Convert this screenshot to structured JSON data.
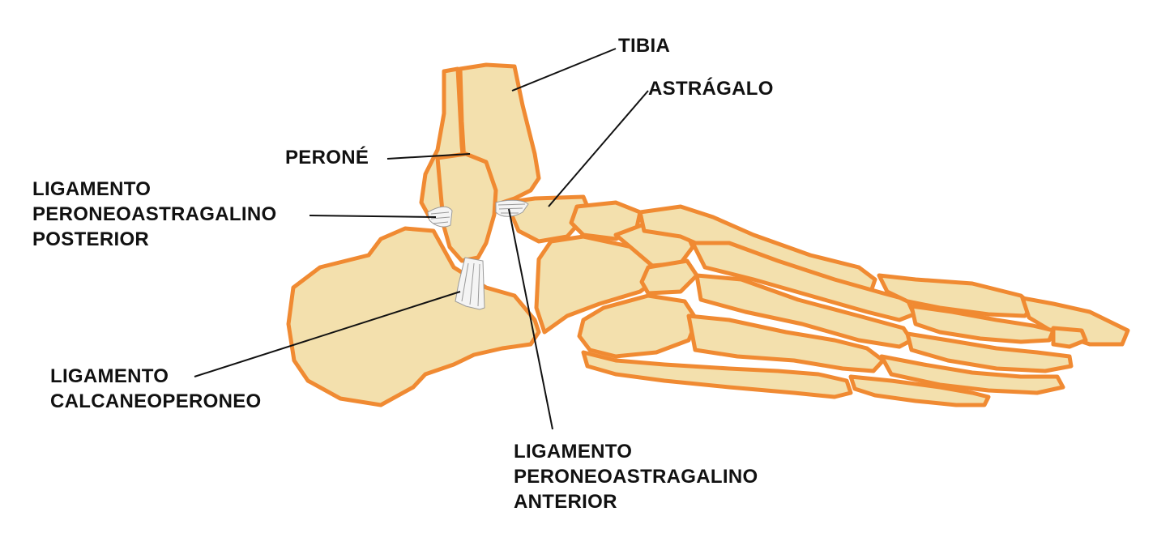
{
  "labels": {
    "tibia": [
      "TIBIA"
    ],
    "astragalo": [
      "ASTRÁGALO"
    ],
    "perone": [
      "PERONÉ"
    ],
    "lig_post": [
      "LIGAMENTO",
      "PERONEOASTRAGALINO",
      "POSTERIOR"
    ],
    "lig_calc": [
      "LIGAMENTO",
      "CALCANEOPERONEO"
    ],
    "lig_ant": [
      "LIGAMENTO",
      "PERONEOASTRAGALINO",
      "ANTERIOR"
    ]
  },
  "colors": {
    "bone_fill": "#f3e0ad",
    "bone_outline": "#f08a32",
    "ligament": "#f4f4f4",
    "ligament_stroke": "#9a9a9a",
    "leader_line": "#111111",
    "text": "#111111"
  }
}
